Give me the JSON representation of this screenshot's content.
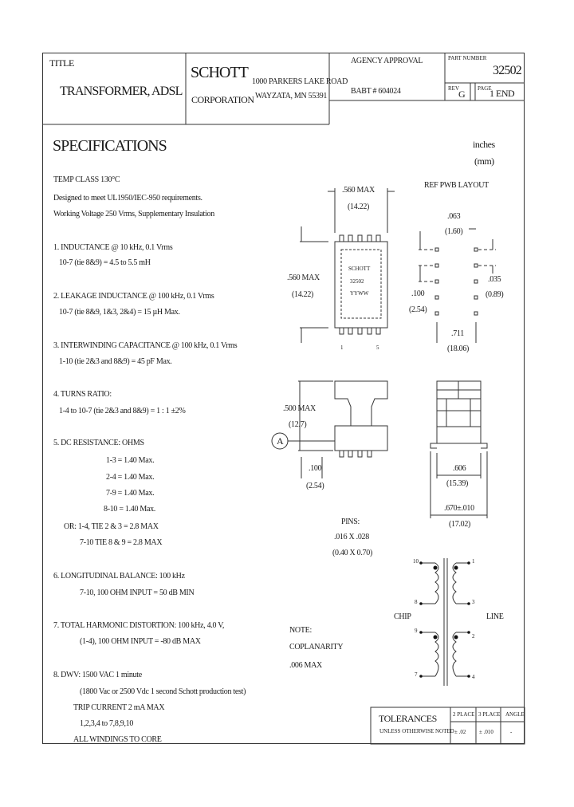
{
  "title_block": {
    "title_label": "TITLE",
    "title": "TRANSFORMER, ADSL",
    "company": "SCHOTT",
    "corporation": "CORPORATION",
    "address_line1": "1000 PARKERS LAKE ROAD",
    "address_line2": "WAYZATA, MN 55391",
    "agency_approval": "AGENCY APPROVAL",
    "babt": "BABT # 604024",
    "part_number_label": "PART NUMBER",
    "part_number": "32502",
    "rev_label": "REV",
    "rev": "G",
    "page_label": "PAGE",
    "page": "1 END"
  },
  "units": {
    "line1": "inches",
    "line2": "(mm)"
  },
  "specifications": {
    "heading": "SPECIFICATIONS",
    "temp_class": "TEMP CLASS 130°C",
    "design_line1": "Designed to meet UL1950/IEC-950 requirements.",
    "design_line2": "Working Voltage 250 Vrms, Supplementary Insulation",
    "items": [
      {
        "head": "1. INDUCTANCE @ 10 kHz, 0.1 Vrms",
        "lines": [
          "10-7 (tie 8&9) = 4.5 to 5.5 mH"
        ]
      },
      {
        "head": "2. LEAKAGE INDUCTANCE @ 100 kHz, 0.1 Vrms",
        "lines": [
          "10-7 (tie 8&9, 1&3, 2&4) = 15 µH Max."
        ]
      },
      {
        "head": "3. INTERWINDING CAPACITANCE @ 100 kHz, 0.1 Vrms",
        "lines": [
          "1-10 (tie 2&3 and 8&9) = 45 pF Max."
        ]
      },
      {
        "head": "4. TURNS RATIO:",
        "lines": [
          "1-4 to 10-7 (tie 2&3 and 8&9) = 1 : 1  ±2%"
        ]
      },
      {
        "head": "5. DC RESISTANCE: OHMS",
        "lines": [
          "1-3 = 1.40 Max.",
          "2-4 = 1.40 Max.",
          "7-9 = 1.40 Max.",
          "8-10 = 1.40 Max.",
          "OR: 1-4, TIE 2 & 3 = 2.8 MAX",
          "7-10 TIE 8 & 9 = 2.8 MAX"
        ]
      },
      {
        "head": "6. LONGITUDINAL BALANCE: 100 kHz",
        "lines": [
          "7-10, 100 OHM INPUT = 50 dB MIN"
        ]
      },
      {
        "head": "7. TOTAL HARMONIC DISTORTION: 100 kHz, 4.0 V,",
        "lines": [
          "(1-4), 100 OHM INPUT = -80 dB MAX"
        ]
      },
      {
        "head": "8. DWV: 1500 VAC 1 minute",
        "lines": [
          "(1800 Vac or 2500 Vdc 1 second Schott production test)",
          "TRIP CURRENT 2 mA MAX",
          "1,2,3,4 to 7,8,9,10",
          "ALL WINDINGS TO CORE"
        ]
      }
    ]
  },
  "drawing": {
    "width_dim": ".560 MAX",
    "width_mm": "(14.22)",
    "height_dim": ".560 MAX",
    "height_mm": "(14.22)",
    "marking1": "SCHOTT",
    "marking2": "32502",
    "marking3": "YYWW",
    "pin_label_a": "1",
    "pin_label_b": "5",
    "ref_pwb": "REF PWB LAYOUT",
    "pad_pitch_dim": ".063",
    "pad_pitch_mm": "(1.60)",
    "pad_w_dim": ".035",
    "pad_w_mm": "(0.89)",
    "pitch_dim": ".100",
    "pitch_mm": "(2.54)",
    "span_dim": ".711",
    "span_mm": "(18.06)",
    "side_h_dim": ".500 MAX",
    "side_h_mm": "(12.7)",
    "callout": "A",
    "side_pitch_dim": ".100",
    "side_pitch_mm": "(2.54)",
    "row_dim": ".606",
    "row_mm": "(15.39)",
    "overall_dim": ".670±.010",
    "overall_mm": "(17.02)",
    "pins_label": "PINS:",
    "pins_dim": ".016 X .028",
    "pins_mm": "(0.40 X 0.70)",
    "note1": "NOTE:",
    "note2": "COPLANARITY",
    "note3": ".006 MAX",
    "chip_label": "CHIP",
    "line_label": "LINE",
    "sch_pins": [
      "10",
      "8",
      "9",
      "7",
      "1",
      "3",
      "2",
      "4"
    ]
  },
  "tolerances": {
    "label": "TOLERANCES",
    "sub": "UNLESS OTHERWISE NOTED",
    "col1": "2 PLACE",
    "col2": "3 PLACE",
    "col3": "ANGLE",
    "val1": "± .02",
    "val2": "± .010",
    "val3": "-"
  }
}
